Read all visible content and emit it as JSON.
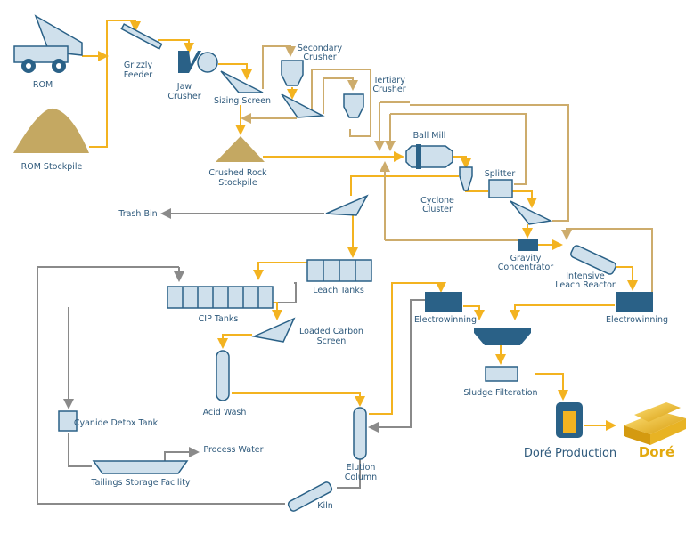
{
  "colors": {
    "primary_flow": "#f3b320",
    "recycle_flow": "#cdac6c",
    "waste_flow": "#8a8a8a",
    "equipment": "#2a6187",
    "label": "#2f5a7c",
    "dore": "#e3a90e"
  },
  "labels": {
    "rom": "ROM",
    "rom_stockpile": "ROM Stockpile",
    "grizzly_feeder": [
      "Grizzly",
      "Feeder"
    ],
    "jaw_crusher": [
      "Jaw",
      "Crusher"
    ],
    "sizing_screen": "Sizing Screen",
    "secondary_crusher": [
      "Secondary",
      "Crusher"
    ],
    "tertiary_crusher": [
      "Tertiary",
      "Crusher"
    ],
    "crushed_rock_stockpile": [
      "Crushed Rock",
      "Stockpile"
    ],
    "ball_mill": "Ball Mill",
    "cyclone_cluster": [
      "Cyclone",
      "Cluster"
    ],
    "splitter": "Splitter",
    "trash_bin": "Trash Bin",
    "gravity_concentrator": [
      "Gravity",
      "Concentrator"
    ],
    "intensive_leach_reactor": [
      "Intensive",
      "Leach Reactor"
    ],
    "leach_tanks": "Leach Tanks",
    "cip_tanks": "CIP Tanks",
    "electrowinning_1": "Electrowinning",
    "electrowinning_2": "Electrowinning",
    "loaded_carbon_screen": [
      "Loaded Carbon",
      "Screen"
    ],
    "acid_wash": "Acid Wash",
    "sludge_filteration": "Sludge Filteration",
    "cyanide_detox_tank": "Cyanide Detox Tank",
    "process_water": "Process Water",
    "tailings_storage_facility": "Tailings Storage Facility",
    "elution_column": [
      "Elution",
      "Column"
    ],
    "kiln": "Kiln",
    "dore_production": "Doré Production",
    "dore": "Doré"
  }
}
